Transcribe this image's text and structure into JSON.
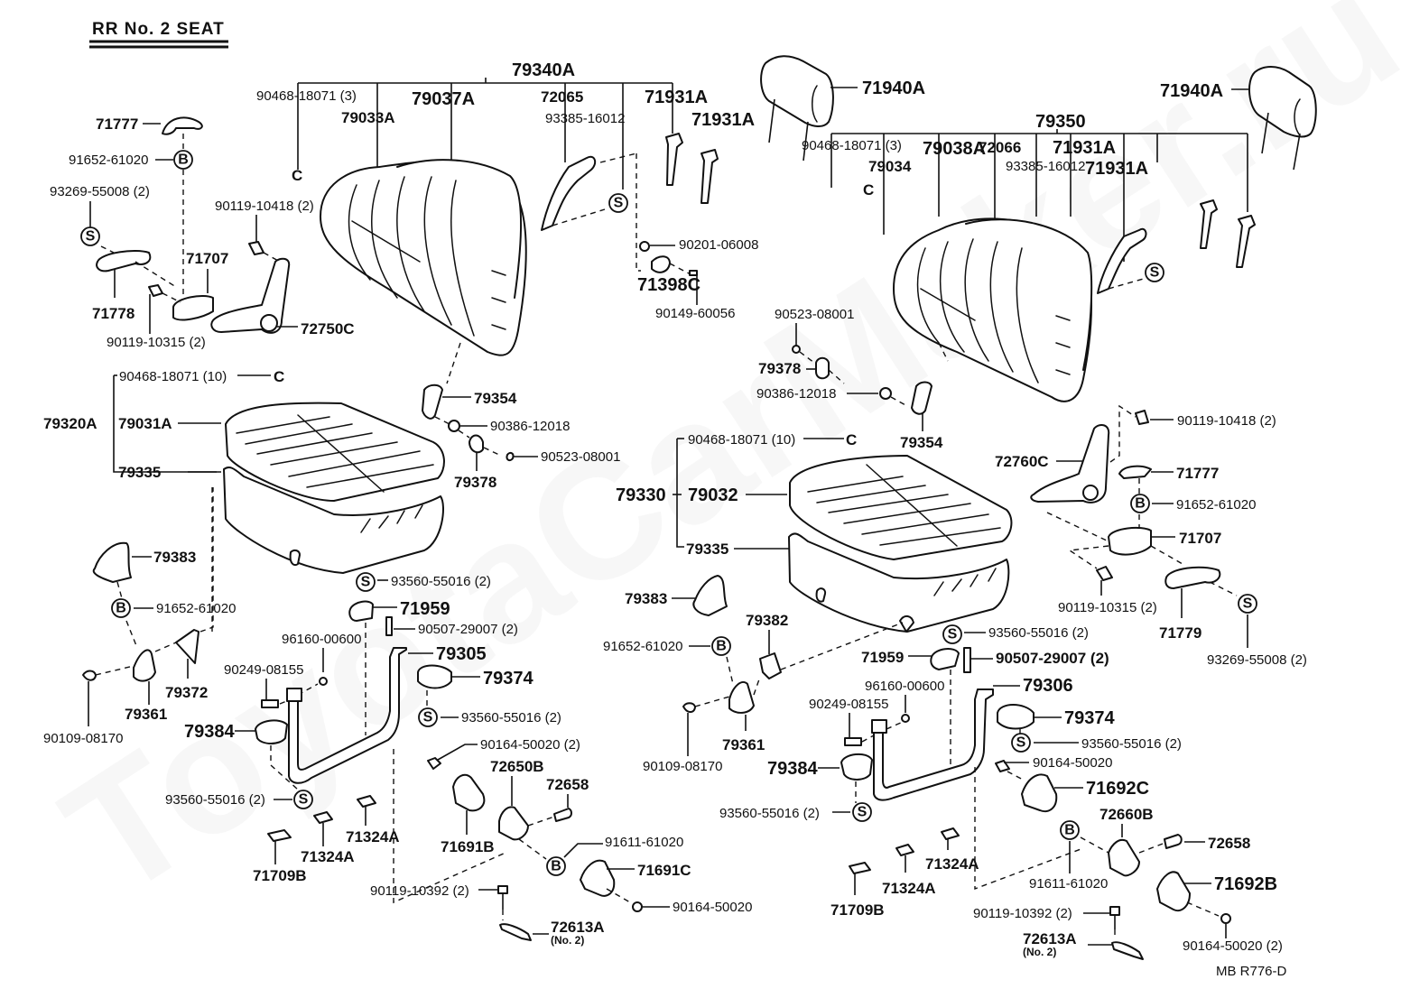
{
  "title": "RR No. 2 SEAT",
  "watermark": "ToyotaCarMaker.ru",
  "diagram_code": "MB R776-D",
  "symbols": {
    "S": "S",
    "B": "B",
    "C": "C"
  },
  "left_seat": {
    "back_assembly": "79340A",
    "back_components": {
      "hog_ring_qty3": "90468-18071 (3)",
      "pad": "79033A",
      "cover": "79037A",
      "strap": "72065",
      "screw_s": "93385-16012",
      "support_1": "71931A",
      "support_2": "71931A"
    },
    "headrest": "71940A",
    "clip_washer": "90201-06008",
    "bracket_71398c": "71398C",
    "screw_90149": "90149-60056",
    "hinge_cover_71777": "71777",
    "b_clip_top": "91652-61020",
    "screw_93269": "93269-55008 (2)",
    "bolt_90119_10418": "90119-10418 (2)",
    "hinge_cover_71778": "71778",
    "hinge_71707": "71707",
    "bolt_90119_10315": "90119-10315 (2)",
    "hinge_72750c": "72750C",
    "cushion_assembly": "79320A",
    "cushion_hog_ring_qty10": "90468-18071 (10)",
    "cushion_cover": "79031A",
    "cushion_pad": "79335",
    "bushing_79354": "79354",
    "nut_90386": "90386-12018",
    "plate_79378": "79378",
    "ring_90523": "90523-08001",
    "cover_79383": "79383",
    "b_clip_mid": "91652-61020",
    "screw_93560_a": "93560-55016 (2)",
    "plate_71959": "71959",
    "spring_90507": "90507-29007 (2)",
    "pin_96160": "96160-00600",
    "bolt_90249": "90249-08155",
    "leg_79305": "79305",
    "stopper_79374": "79374",
    "screw_93560_b": "93560-55016 (2)",
    "bolt_90109": "90109-08170",
    "bracket_79361": "79361",
    "bracket_79372": "79372",
    "stopper_79384": "79384",
    "screw_90164_2": "90164-50020 (2)",
    "striker_72650b": "72650B",
    "pin_72658": "72658",
    "screw_93560_c": "93560-55016 (2)",
    "pad_71324a_1": "71324A",
    "pad_71324a_2": "71324A",
    "cover_71691b": "71691B",
    "b_clip_bottom": "91611-61020",
    "cover_71691c": "71691C",
    "pad_71709b": "71709B",
    "bolt_90119_10392": "90119-10392 (2)",
    "screw_90164": "90164-50020",
    "bracket_72613a": "72613A",
    "bracket_72613a_note": "(No. 2)"
  },
  "right_seat": {
    "back_assembly": "79350",
    "back_components": {
      "hog_ring_qty3": "90468-18071 (3)",
      "pad": "79034",
      "cover": "79038A",
      "strap": "72066",
      "screw_s": "93385-16012",
      "support_1": "71931A",
      "support_2": "71931A"
    },
    "headrest": "71940A",
    "ring_90523": "90523-08001",
    "plate_79378": "79378",
    "nut_90386": "90386-12018",
    "bushing_79354": "79354",
    "bolt_90119_10418": "90119-10418 (2)",
    "hinge_72760c": "72760C",
    "hinge_cover_71777": "71777",
    "b_clip_top": "91652-61020",
    "hinge_71707": "71707",
    "bolt_90119_10315": "90119-10315 (2)",
    "hinge_cover_71779": "71779",
    "screw_93269": "93269-55008 (2)",
    "cushion_hog_ring_qty10": "90468-18071 (10)",
    "cushion_assembly": "79330",
    "cushion_cover": "79032",
    "cushion_pad": "79335",
    "cover_79383": "79383",
    "bracket_79382": "79382",
    "b_clip_mid": "91652-61020",
    "bolt_90109": "90109-08170",
    "bracket_79361": "79361",
    "screw_93560_a": "93560-55016 (2)",
    "plate_71959": "71959",
    "spring_90507": "90507-29007 (2)",
    "pin_96160": "96160-00600",
    "bolt_90249": "90249-08155",
    "leg_79306": "79306",
    "stopper_79374": "79374",
    "screw_93560_b": "93560-55016 (2)",
    "stopper_79384": "79384",
    "screw_90164": "90164-50020",
    "cover_71692c": "71692C",
    "screw_93560_c": "93560-55016 (2)",
    "striker_72660b": "72660B",
    "pin_72658": "72658",
    "b_clip_bottom": "91611-61020",
    "cover_71692b": "71692B",
    "pad_71324a_1": "71324A",
    "pad_71324a_2": "71324A",
    "pad_71709b": "71709B",
    "bolt_90119_10392": "90119-10392 (2)",
    "bracket_72613a": "72613A",
    "bracket_72613a_note": "(No. 2)",
    "screw_90164_2": "90164-50020 (2)"
  }
}
